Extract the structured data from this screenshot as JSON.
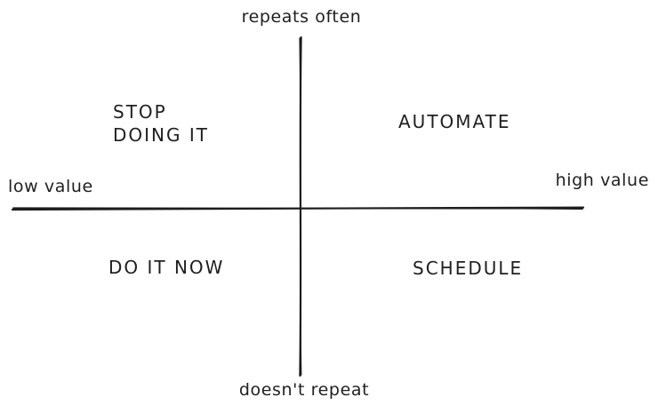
{
  "diagram": {
    "type": "quadrant-matrix",
    "background_color": "#ffffff",
    "ink_color": "#1d1d1d",
    "axes": {
      "vertical_top_label": "repeats often",
      "vertical_bottom_label": "doesn't repeat",
      "horizontal_left_label": "low value",
      "horizontal_right_label": "high value"
    },
    "quadrants": {
      "top_left": "STOP\nDOING IT",
      "top_right": "AUTOMATE",
      "bottom_left": "DO IT NOW",
      "bottom_right": "SCHEDULE"
    }
  }
}
